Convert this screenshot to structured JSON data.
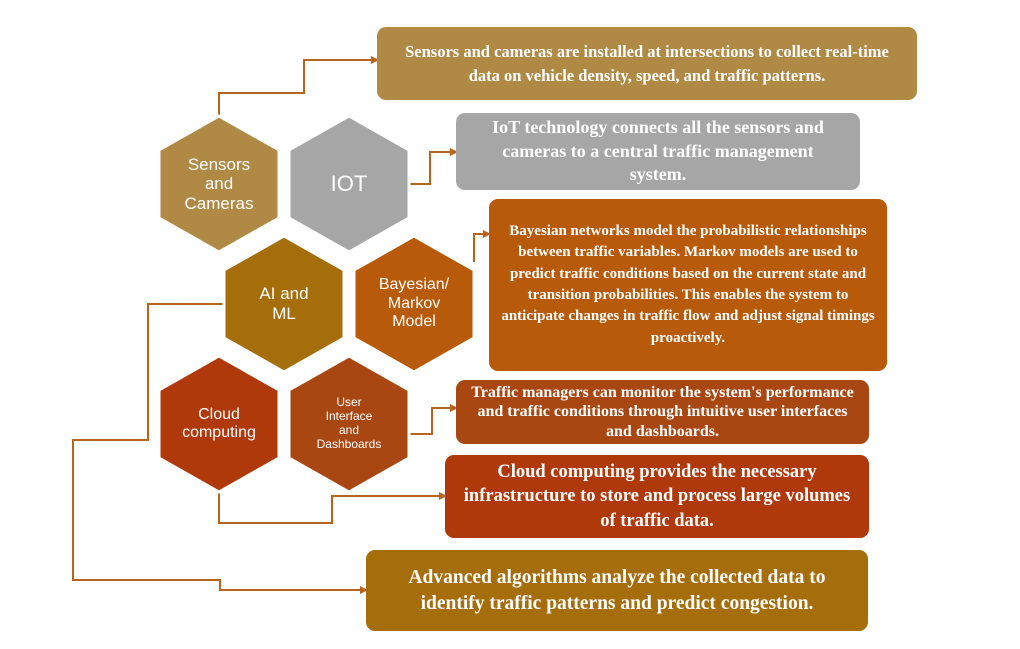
{
  "hexagons": [
    {
      "id": "sensors",
      "label": "Sensors\nand\nCameras",
      "fill": "#B08A45"
    },
    {
      "id": "iot",
      "label": "IOT",
      "fill": "#A6A6A6"
    },
    {
      "id": "ai",
      "label": "AI and\nML",
      "fill": "#A66E0B"
    },
    {
      "id": "bayesian",
      "label": "Bayesian/\nMarkov\nModel",
      "fill": "#B75A0A"
    },
    {
      "id": "cloud",
      "label": "Cloud\ncomputing",
      "fill": "#B0390C"
    },
    {
      "id": "ui",
      "label": "User\nInterface\nand\nDashboards",
      "fill": "#A94712"
    }
  ],
  "boxes": [
    {
      "id": "sensors",
      "text": "Sensors and cameras are installed at intersections to collect real-time data on vehicle density, speed, and traffic patterns.",
      "fill": "#B08A45"
    },
    {
      "id": "iot",
      "text": "IoT technology connects all the sensors and cameras to a central traffic management system.",
      "fill": "#A6A6A6"
    },
    {
      "id": "bayesian",
      "text": "Bayesian networks model the probabilistic relationships between traffic variables. Markov models are used to predict traffic conditions based on the current state and transition probabilities. This enables the system to anticipate changes in traffic flow and adjust signal timings proactively.",
      "fill": "#B75A0A"
    },
    {
      "id": "ui",
      "text": "Traffic managers can monitor the system's performance and traffic conditions through intuitive user interfaces and dashboards.",
      "fill": "#A94712"
    },
    {
      "id": "cloud",
      "text": "Cloud computing provides the necessary infrastructure to store and process large volumes of traffic data.",
      "fill": "#B0390C"
    },
    {
      "id": "ai",
      "text": "Advanced algorithms analyze the collected data to identify traffic patterns and predict congestion.",
      "fill": "#A66E0B"
    }
  ],
  "connector_color": "#B5651D"
}
